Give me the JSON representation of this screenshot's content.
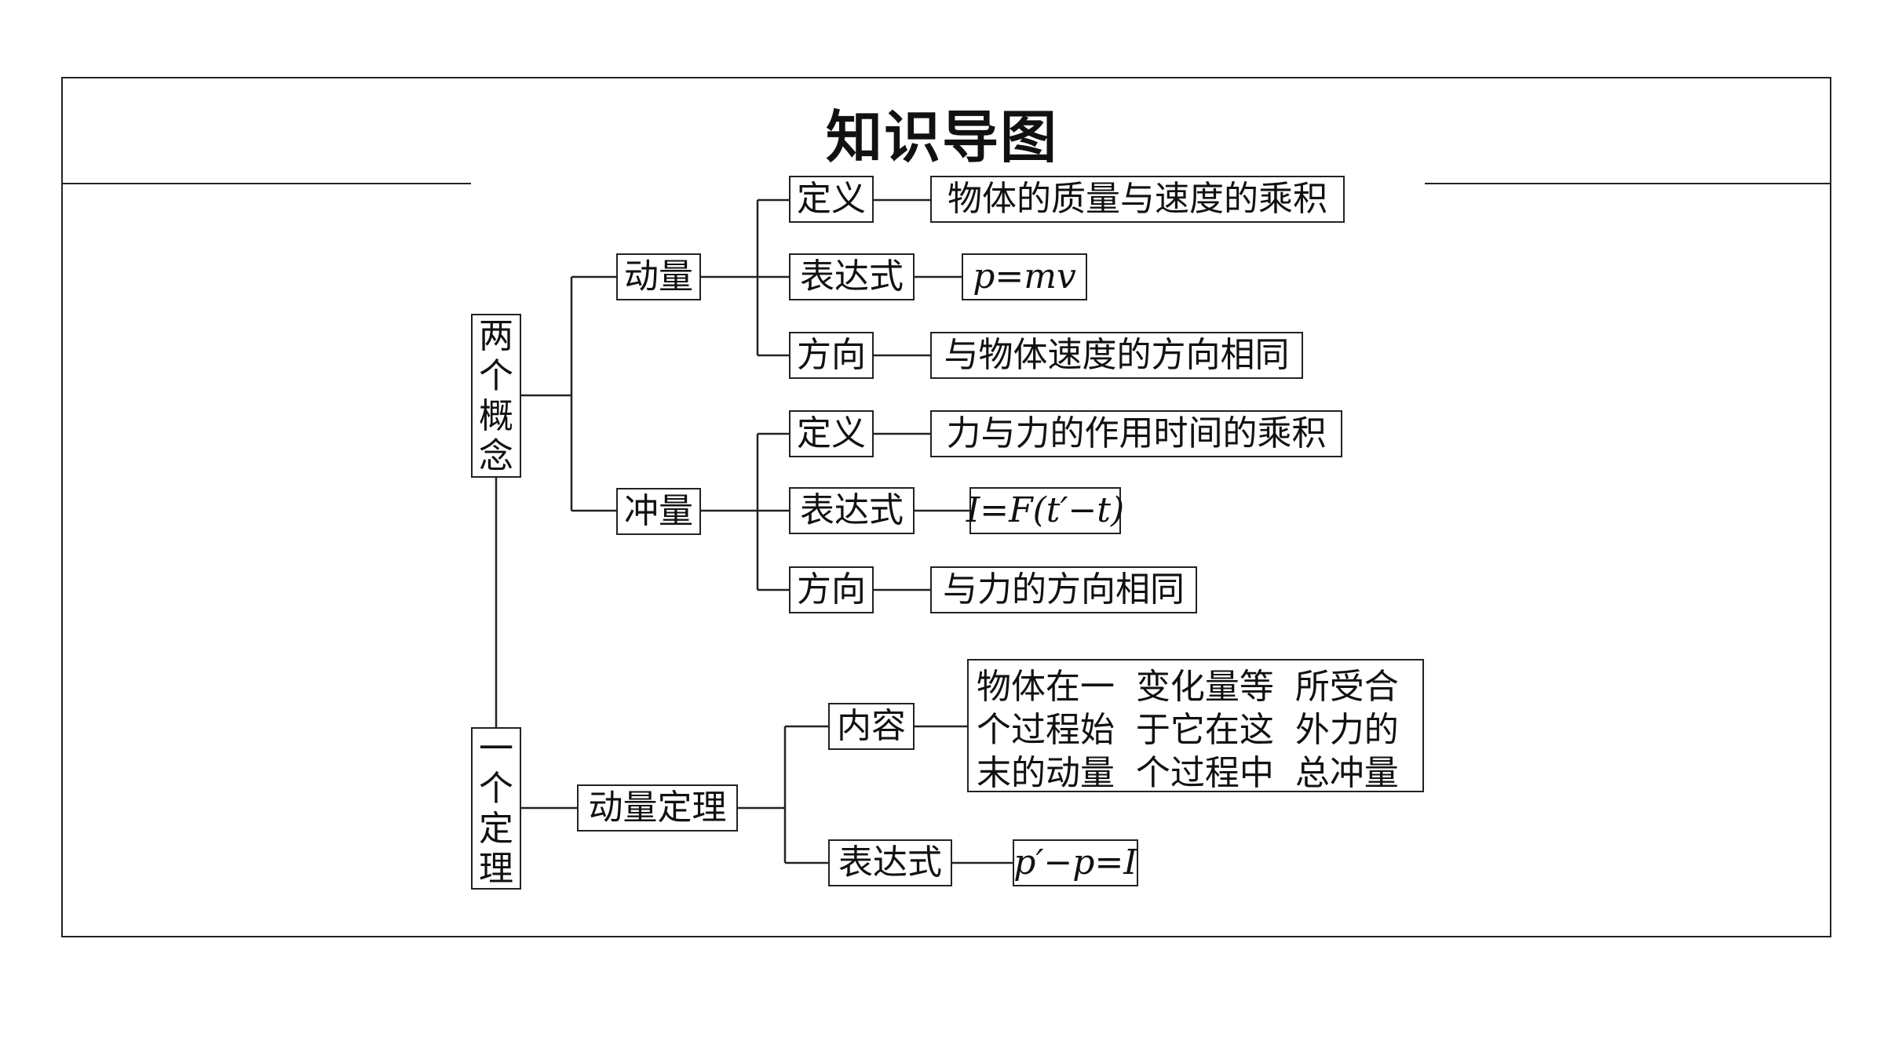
{
  "title": "知识导图",
  "root1": {
    "label": [
      "两",
      "个",
      "概",
      "念"
    ]
  },
  "root2": {
    "label": [
      "一",
      "个",
      "定",
      "理"
    ]
  },
  "momentum": {
    "label": "动量",
    "definition": {
      "label": "定义",
      "value": "物体的质量与速度的乘积"
    },
    "expression": {
      "label": "表达式",
      "value": "p=mv"
    },
    "direction": {
      "label": "方向",
      "value": "与物体速度的方向相同"
    }
  },
  "impulse": {
    "label": "冲量",
    "definition": {
      "label": "定义",
      "value": "力与力的作用时间的乘积"
    },
    "expression": {
      "label": "表达式",
      "value": "I=F(t′−t)"
    },
    "direction": {
      "label": "方向",
      "value": "与力的方向相同"
    }
  },
  "theorem": {
    "label": "动量定理",
    "content": {
      "label": "内容",
      "lines": [
        "物体在一个过程始末的动量",
        "变化量等于它在这个过程中",
        "所受合外力的总冲量"
      ]
    },
    "expression": {
      "label": "表达式",
      "value": "p′−p=I"
    }
  }
}
